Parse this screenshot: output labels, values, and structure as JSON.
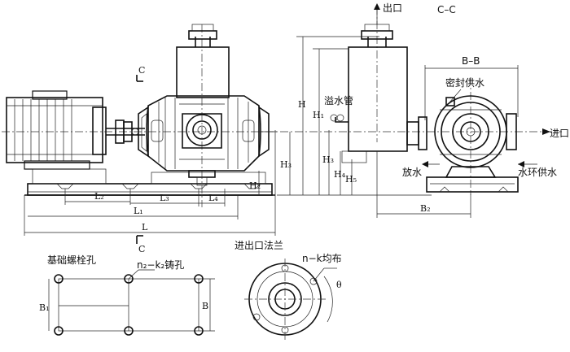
{
  "labels": {
    "outlet": "出口",
    "section_cc_top": "C–C",
    "section_bb": "B–B",
    "seal_water": "密封供水",
    "overflow_pipe": "溢水管",
    "inlet": "进口",
    "drain": "放水",
    "ring_water": "水环供水",
    "foundation_bolt_holes": "基础螺栓孔",
    "cast_holes": "n₂−k₂铸孔",
    "flange": "进出口法兰",
    "nk_uniform": "n−k均布",
    "section_c_mark": "C",
    "theta": "θ"
  },
  "dimensions": {
    "L": "L",
    "L1": "L₁",
    "L2": "L₂",
    "L3": "L₃",
    "L4": "L₄",
    "H": "H",
    "H1": "H₁",
    "H2": "H₂",
    "H3": "H₃",
    "H4": "H₄",
    "H5": "H₅",
    "B": "B",
    "B1": "B₁",
    "B2": "B₂"
  }
}
